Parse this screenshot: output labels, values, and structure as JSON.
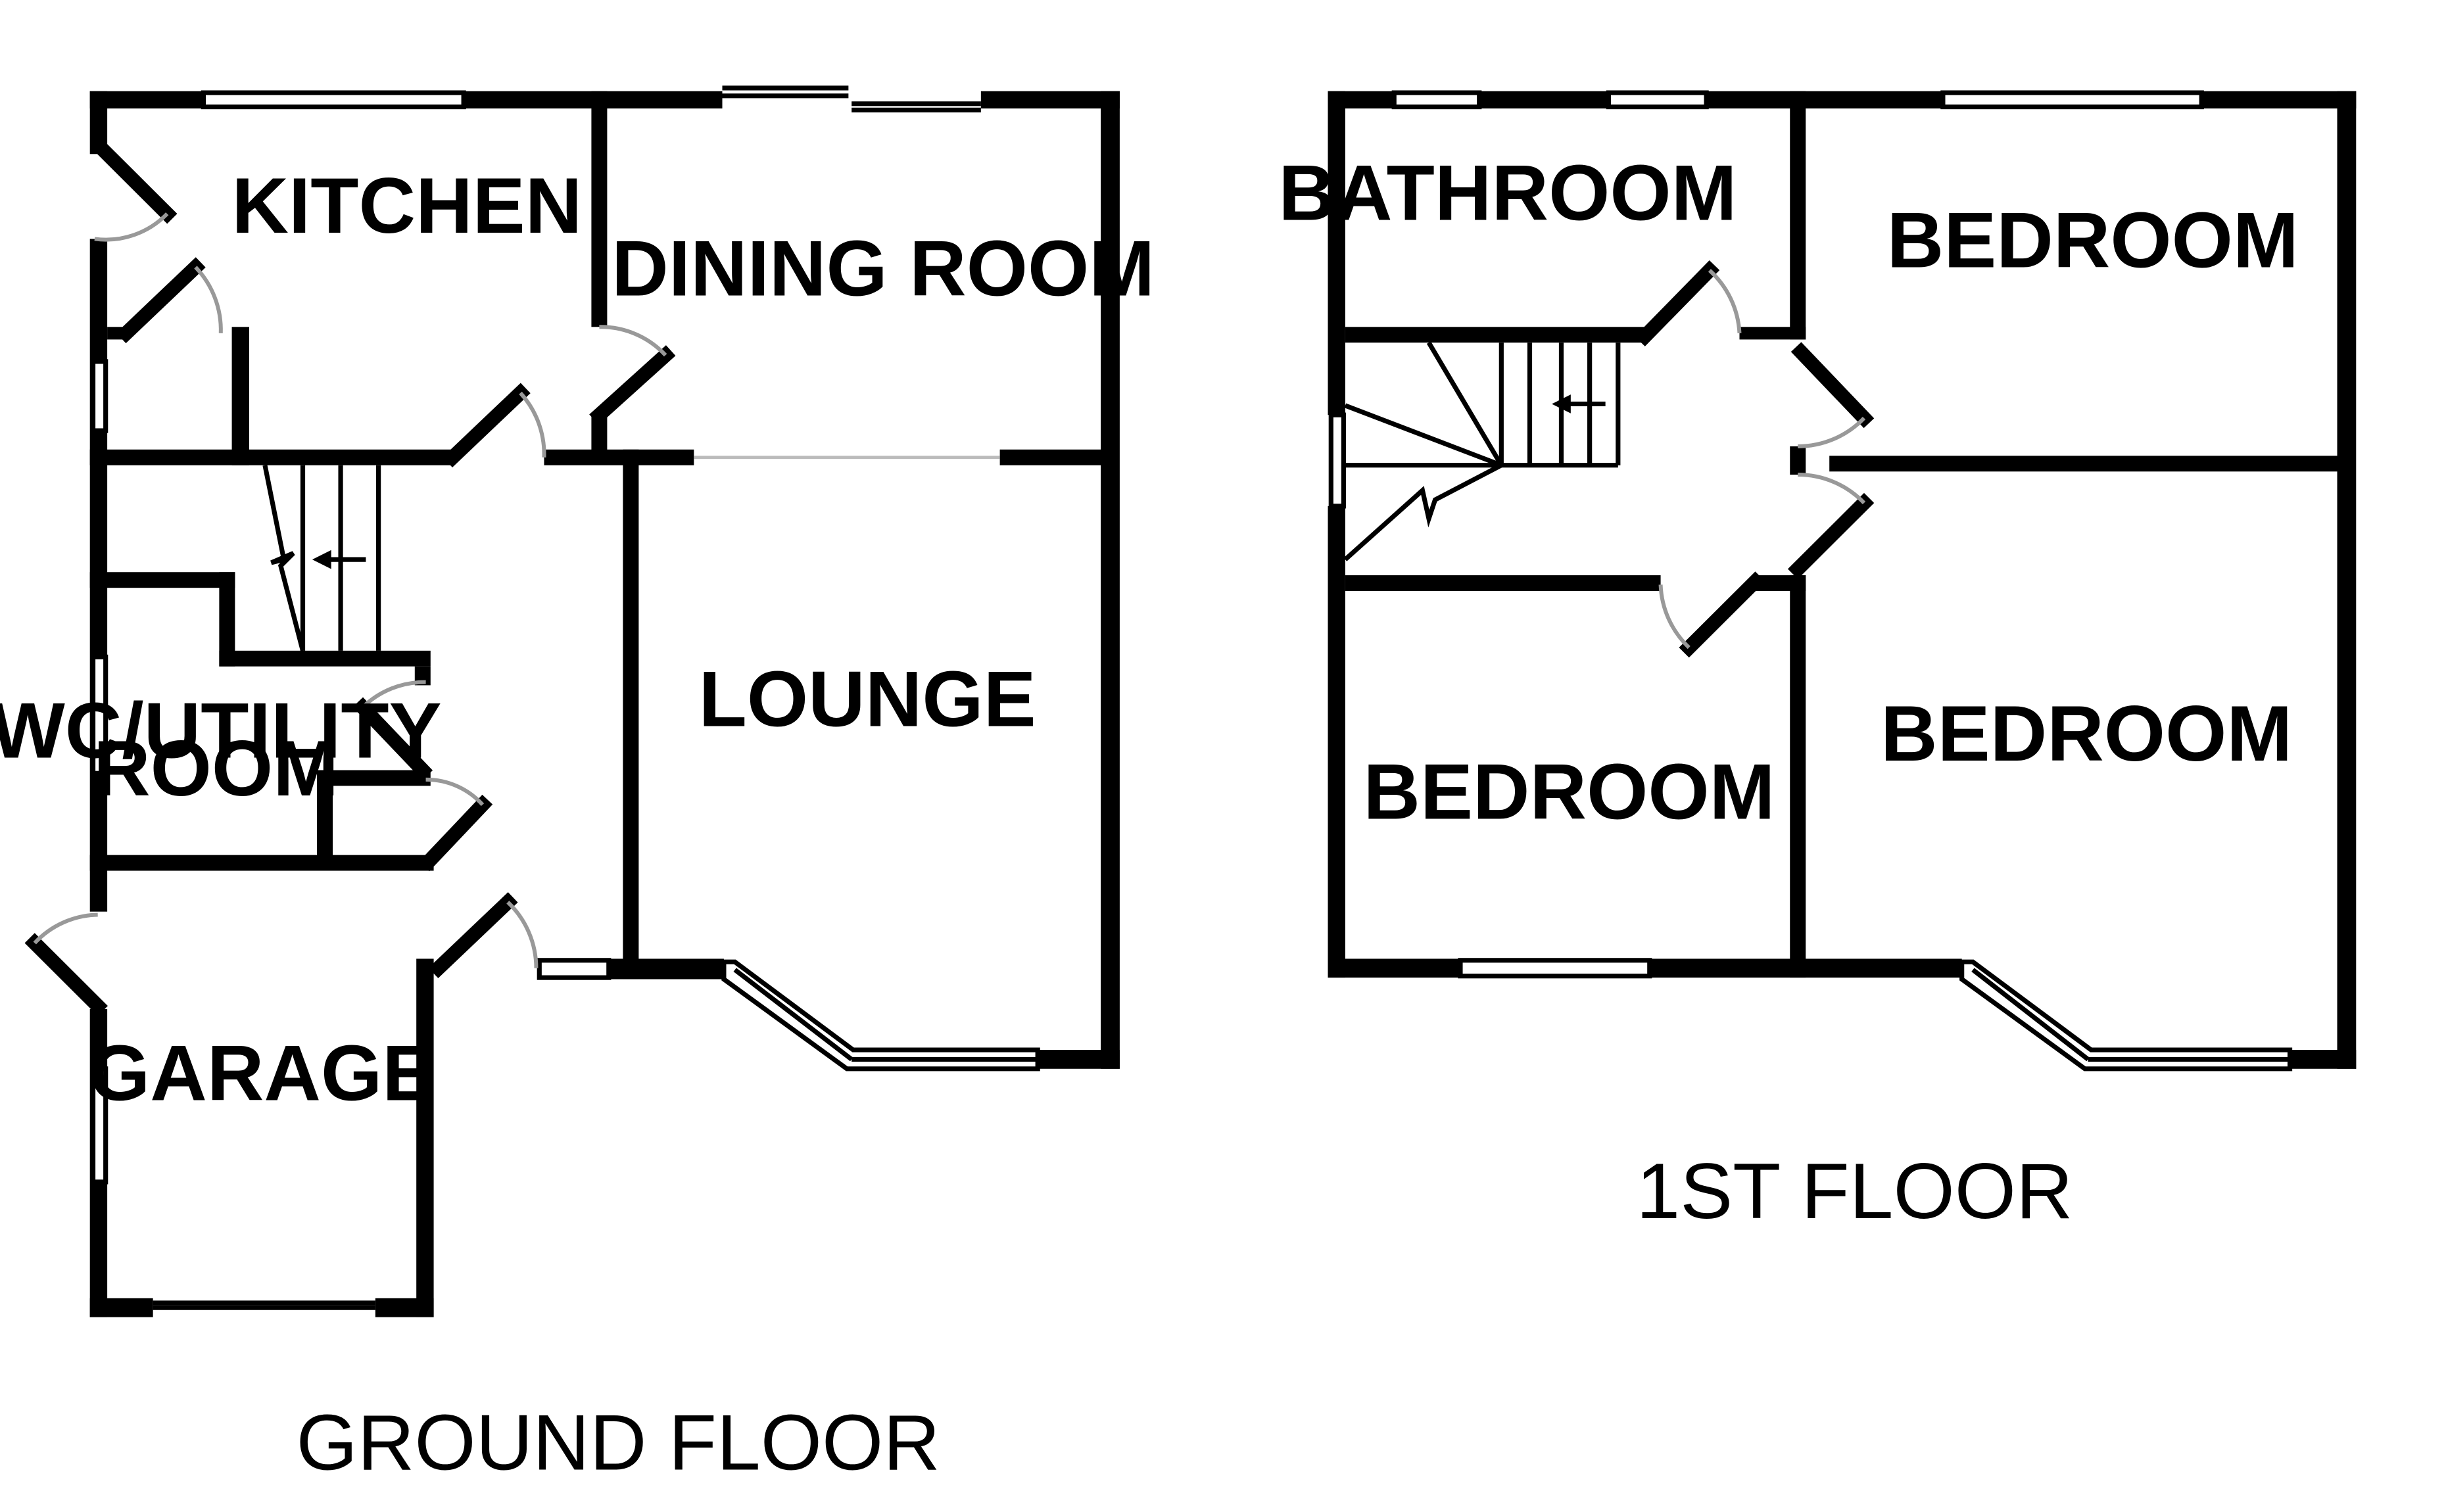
{
  "ground_floor": {
    "label": "GROUND FLOOR",
    "rooms": {
      "kitchen": "KITCHEN",
      "dining_room": "DINING ROOM",
      "lounge": "LOUNGE",
      "wc_utility_line1": "WC/UTILITY",
      "wc_utility_line2": "ROOM",
      "garage": "GARAGE"
    }
  },
  "first_floor": {
    "label": "1ST FLOOR",
    "rooms": {
      "bathroom": "BATHROOM",
      "bedroom_rear": "BEDROOM",
      "bedroom_front_left": "BEDROOM",
      "bedroom_front_right": "BEDROOM"
    }
  },
  "colors": {
    "wall": "#000000",
    "background": "#ffffff",
    "door_swing": "#999999"
  }
}
